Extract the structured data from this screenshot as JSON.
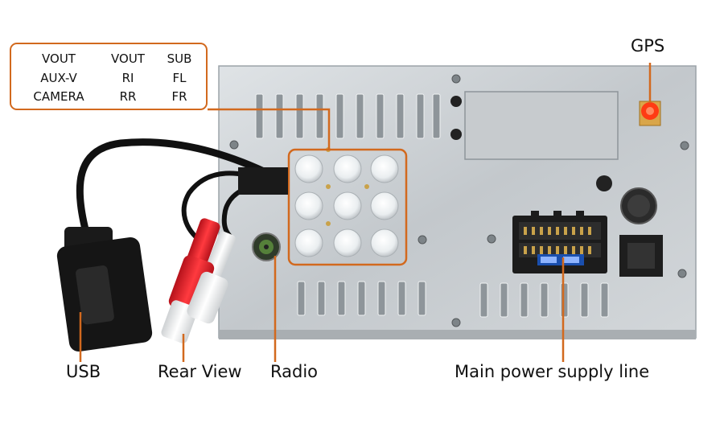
{
  "legend": {
    "rows": [
      [
        "VOUT",
        "VOUT",
        "SUB"
      ],
      [
        "AUX-V",
        "RI",
        "FL"
      ],
      [
        "CAMERA",
        "RR",
        "FR"
      ]
    ]
  },
  "labels": {
    "gps": "GPS",
    "usb": "USB",
    "rear_view": "Rear View",
    "radio": "Radio",
    "main_power": "Main power supply line"
  },
  "colors": {
    "callout": "#d2691e",
    "panel": "#c9ced3",
    "rca_red": "#e0202a",
    "cable": "#111111"
  }
}
